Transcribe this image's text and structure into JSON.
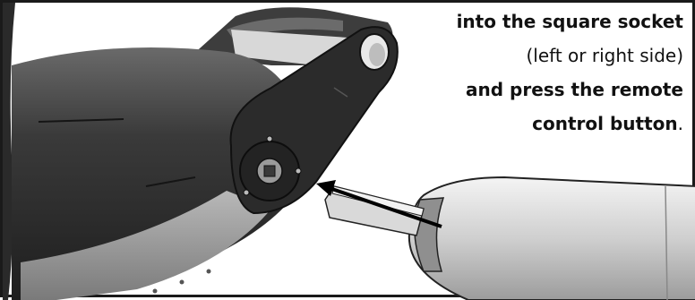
{
  "instruction": {
    "line1": "into the square socket",
    "line2": "(left or right side)",
    "line3": "and press the remote",
    "line4_bold": "control button",
    "line4_end": "."
  }
}
